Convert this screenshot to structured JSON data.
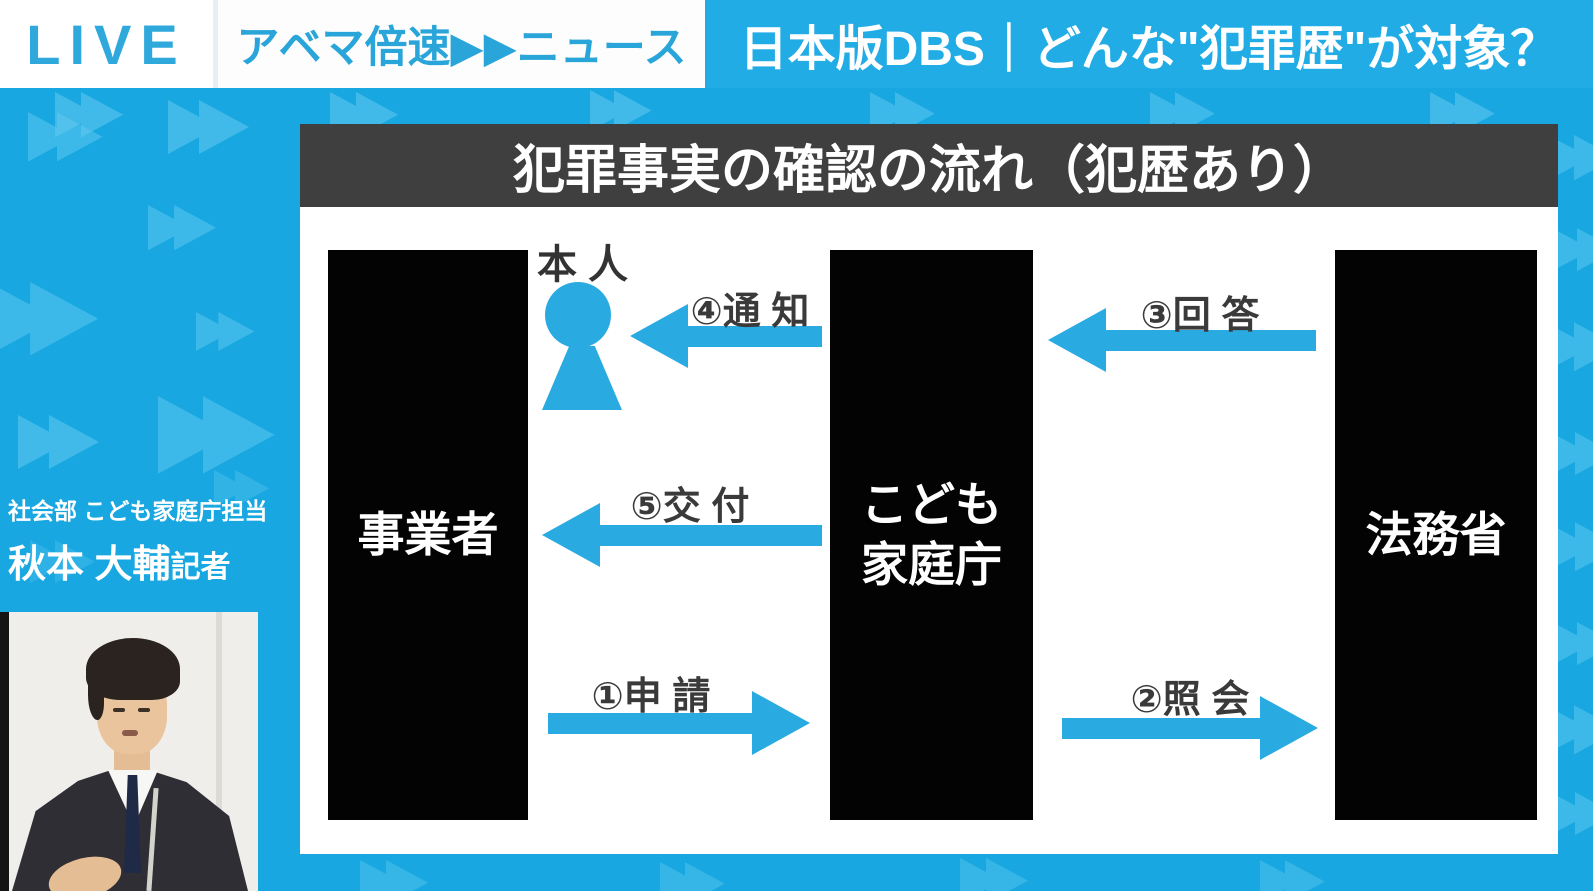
{
  "header": {
    "live_label": "LIVE",
    "program_title": "アベマ倍速▶▶ニュース",
    "headline": "日本版DBS｜どんな\"犯罪歴\"が対象？"
  },
  "reporter": {
    "department": "社会部 こども家庭庁担当",
    "name": "秋本 大輔",
    "suffix": "記者"
  },
  "diagram": {
    "title": "犯罪事実の確認の流れ（犯歴あり）",
    "person_label": "本 人",
    "boxes": [
      {
        "id": "business-operator",
        "lines": [
          "事業者"
        ]
      },
      {
        "id": "children-families-agency",
        "lines": [
          "こども",
          "家庭庁"
        ]
      },
      {
        "id": "ministry-of-justice",
        "lines": [
          "法務省"
        ]
      }
    ],
    "arrows": {
      "apply": {
        "label": "①申 請",
        "direction": "right",
        "from": "事業者",
        "to": "こども家庭庁"
      },
      "inquiry": {
        "label": "②照 会",
        "direction": "right",
        "from": "こども家庭庁",
        "to": "法務省"
      },
      "answer": {
        "label": "③回 答",
        "direction": "left",
        "from": "法務省",
        "to": "こども家庭庁"
      },
      "notify": {
        "label": "④通 知",
        "direction": "left",
        "from": "こども家庭庁",
        "to": "本人"
      },
      "issue": {
        "label": "⑤交 付",
        "direction": "left",
        "from": "こども家庭庁",
        "to": "事業者"
      }
    }
  },
  "colors": {
    "background_blue": "#18a7e0",
    "chevron_blue": "#63cbf2",
    "brand_blue": "#29abe2",
    "headline_bar_blue": "#22ace5",
    "title_bar_gray": "#3f3f3f",
    "box_black": "#030303",
    "label_gray": "#3a3a3a",
    "white": "#ffffff"
  }
}
